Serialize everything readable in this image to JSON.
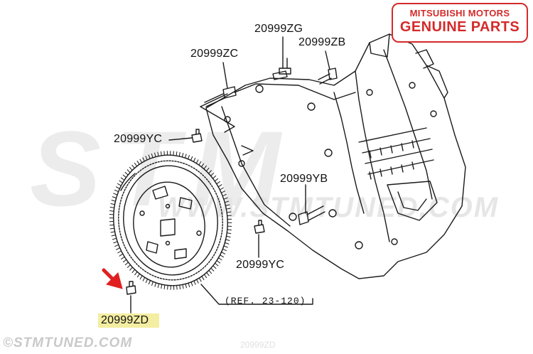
{
  "badge": {
    "brand": "MITSUBISHI MOTORS",
    "line2": "GENUINE PARTS",
    "color": "#d42a2a"
  },
  "watermark": {
    "big": "STM",
    "url": "WWW.STMTUNED.COM"
  },
  "labels": {
    "zg": "20999ZG",
    "zb": "20999ZB",
    "zc": "20999ZC",
    "yc_top": "20999YC",
    "yb": "20999YB",
    "yc_bottom": "20999YC",
    "zd": "20999ZD",
    "ref": "(REF. 23-120)"
  },
  "highlight": {
    "part": "20999ZD",
    "color": "#f4eea2"
  },
  "pointer": {
    "color": "#e02020"
  },
  "footer": "©STMTUNED.COM",
  "ghost": "20999ZD"
}
